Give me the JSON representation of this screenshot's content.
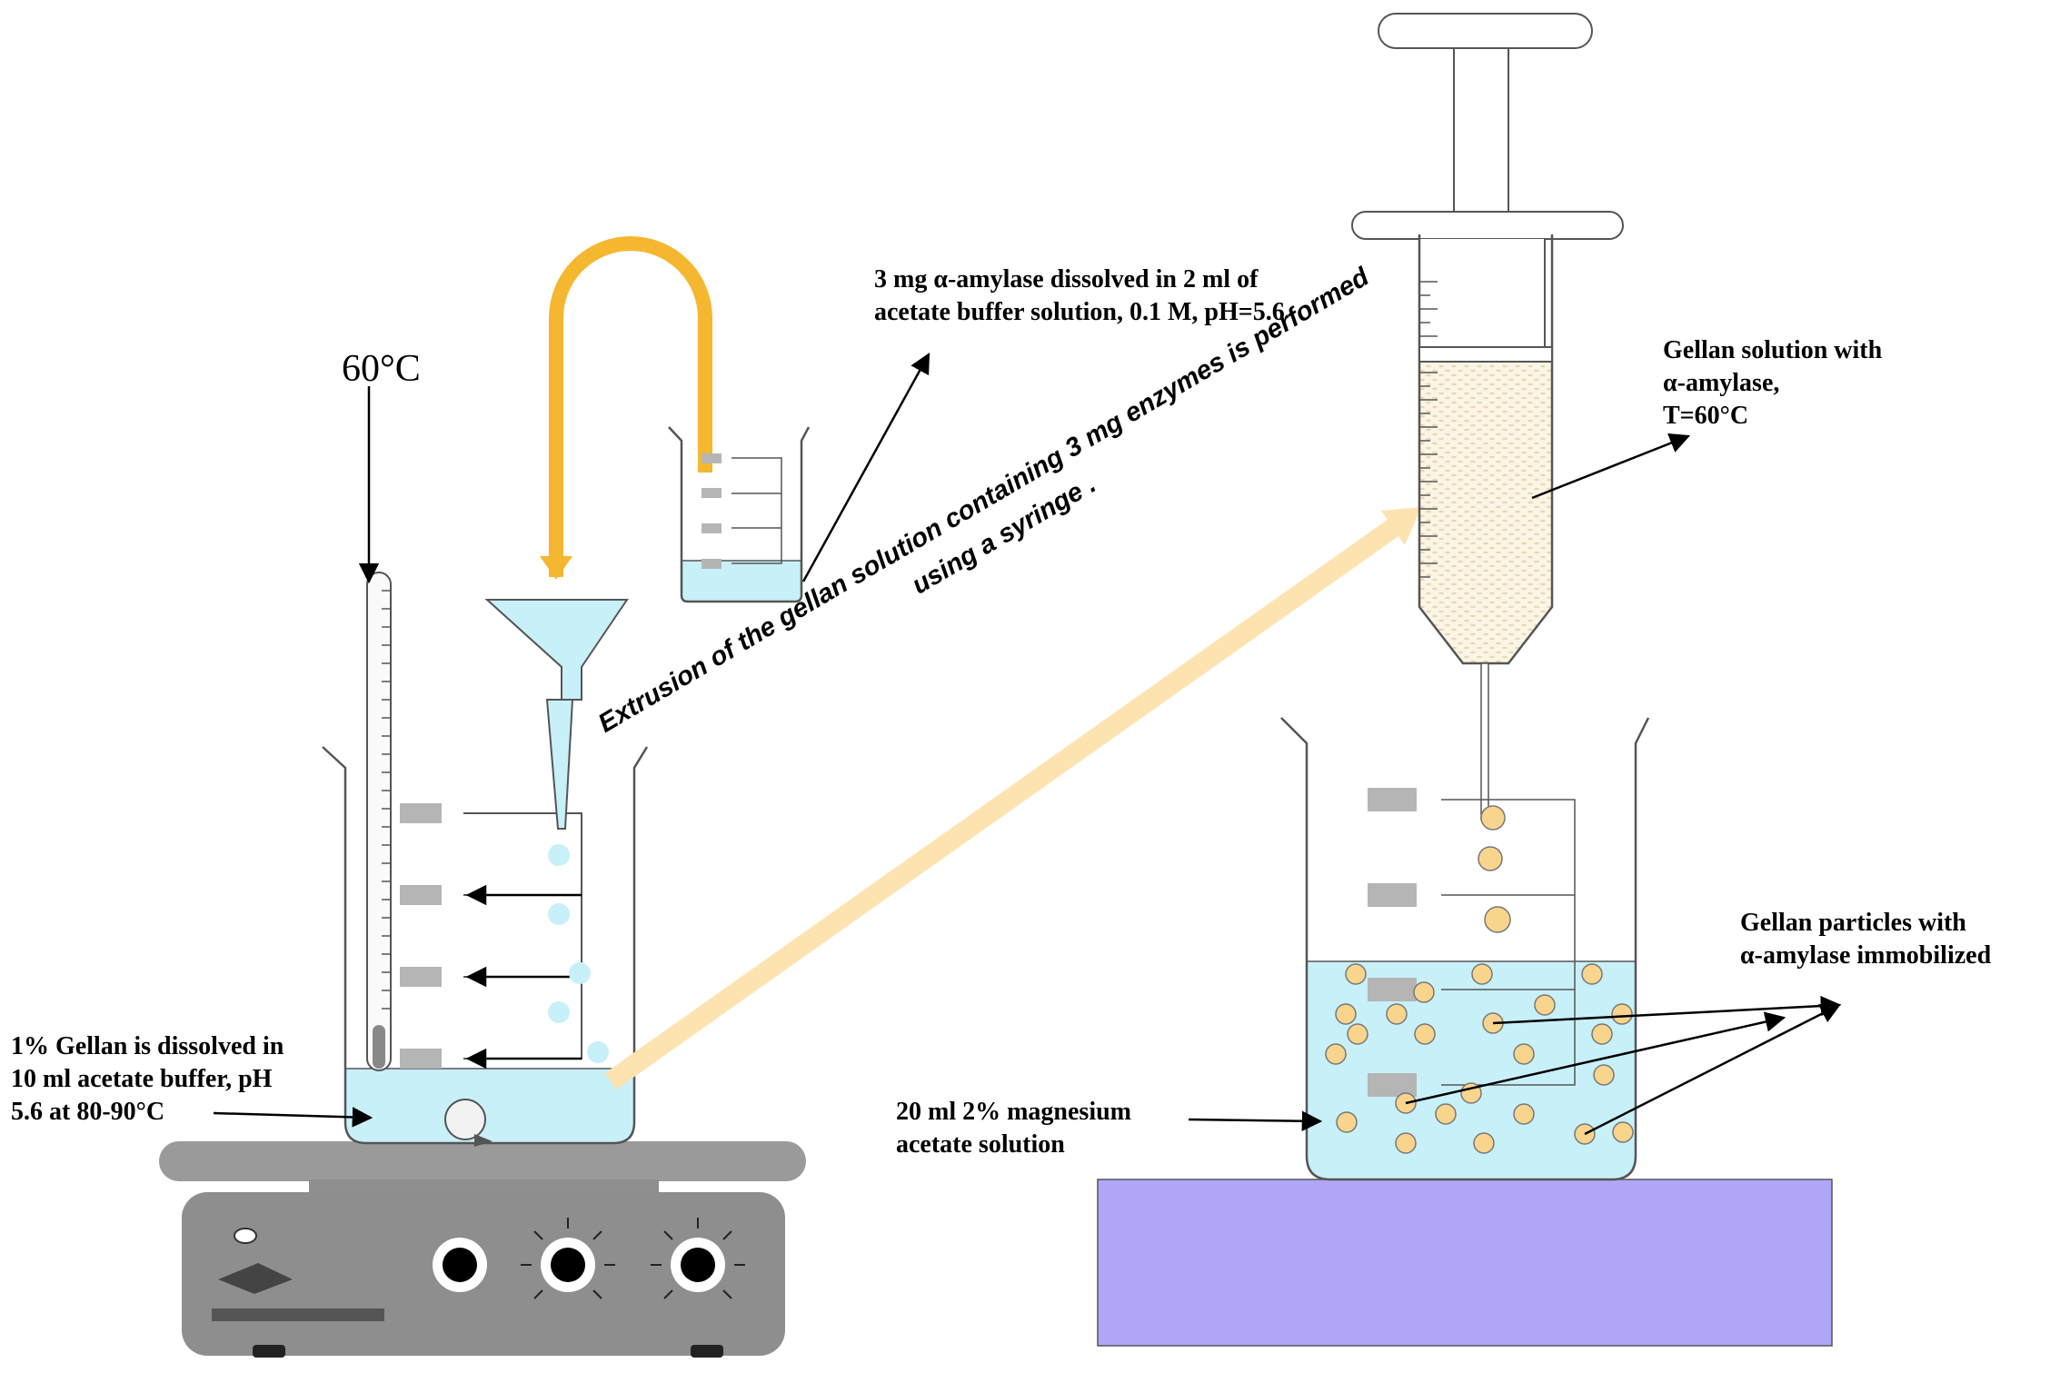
{
  "labels": {
    "enzyme_solution": [
      "3 mg α-amylase dissolved in 2 ml of",
      "acetate buffer solution, 0.1 M, pH=5.6"
    ],
    "gellan_solution": [
      "Gellan solution with",
      "α-amylase,",
      "T=60°C"
    ],
    "temperature": "60°C",
    "gellan_dissolved": [
      "1% Gellan is dissolved in",
      "10 ml acetate buffer, pH",
      "5.6 at 80-90°C"
    ],
    "extrusion": [
      "Extrusion of the gellan solution containing 3 mg enzymes is performed",
      "using a syringe ."
    ],
    "magnesium": [
      "20 ml 2% magnesium",
      "acetate solution"
    ],
    "particles": [
      "Gellan particles with",
      "α-amylase immobilized"
    ]
  },
  "colors": {
    "liquid": "#c8f0f8",
    "tube": "#f5b730",
    "bead": "#f8d48c",
    "platform": "#b0a6f8",
    "stirrer": "#7a7a7a",
    "stirrer_top": "#cfcfcf",
    "band": "#fde3b0"
  },
  "icons": [
    "thermometer-icon",
    "beaker-icon",
    "funnel-icon",
    "syringe-icon",
    "hot-plate-stirrer-icon",
    "stir-bar-icon"
  ]
}
